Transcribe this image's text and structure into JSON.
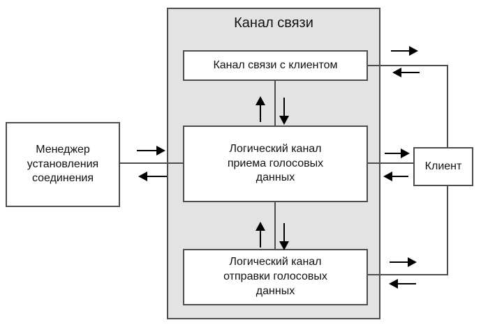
{
  "diagram": {
    "title": "Канал связи",
    "container": {
      "label": "Канал связи",
      "fill_color": "#e3e3e3",
      "border_color": "#4d4d4d"
    },
    "nodes": [
      {
        "id": "manager",
        "lines": [
          "Менеджер",
          "установления",
          "соединения"
        ]
      },
      {
        "id": "client-link-channel",
        "lines": [
          "Канал связи с клиентом"
        ]
      },
      {
        "id": "voice-receive-channel",
        "lines": [
          "Логический канал",
          "приема голосовых",
          "данных"
        ]
      },
      {
        "id": "voice-send-channel",
        "lines": [
          "Логический канал",
          "отправки голосовых",
          "данных"
        ]
      },
      {
        "id": "client",
        "lines": [
          "Клиент"
        ]
      }
    ],
    "connectors": [
      {
        "id": "manager-to-channel-out",
        "direction": "right"
      },
      {
        "id": "channel-to-manager-in",
        "direction": "left"
      },
      {
        "id": "client-link-to-client-out",
        "direction": "right"
      },
      {
        "id": "client-to-client-link-in",
        "direction": "left"
      },
      {
        "id": "receive-to-client-out",
        "direction": "right"
      },
      {
        "id": "client-to-receive-in",
        "direction": "left"
      },
      {
        "id": "send-to-client-out",
        "direction": "right"
      },
      {
        "id": "client-to-send-in",
        "direction": "left"
      },
      {
        "id": "receive-to-client-link-up",
        "direction": "up"
      },
      {
        "id": "client-link-to-receive-down",
        "direction": "down"
      },
      {
        "id": "send-to-receive-up",
        "direction": "up"
      },
      {
        "id": "receive-to-send-down",
        "direction": "down"
      }
    ],
    "colors": {
      "line": "#4d4d4d",
      "arrow": "#000000",
      "box_fill": "#ffffff",
      "container_fill": "#e3e3e3",
      "text": "#111111"
    }
  }
}
